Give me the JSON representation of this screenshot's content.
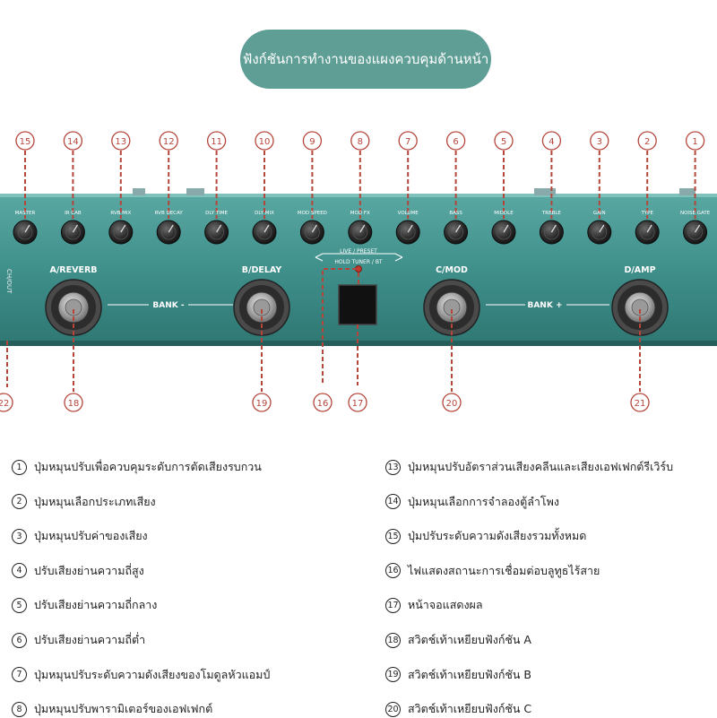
{
  "title": "ฟังก์ชันการทำงานของแผงควบคุมด้านหน้า",
  "colors": {
    "accent": "#5f9e95",
    "panel": "#3f8f8b",
    "marker": "#b5453b"
  },
  "knobs": [
    {
      "num": "15",
      "label": "MASTER"
    },
    {
      "num": "14",
      "label": "IR CAB"
    },
    {
      "num": "13",
      "label": "RVB MIX"
    },
    {
      "num": "12",
      "label": "RVB DECAY"
    },
    {
      "num": "11",
      "label": "DLY TIME"
    },
    {
      "num": "10",
      "label": "DLY MIX"
    },
    {
      "num": "9",
      "label": "MOD SPEED"
    },
    {
      "num": "8",
      "label": "MOD FX"
    },
    {
      "num": "7",
      "label": "VOLUME"
    },
    {
      "num": "6",
      "label": "BASS"
    },
    {
      "num": "5",
      "label": "MIDDLE"
    },
    {
      "num": "4",
      "label": "TREBLE"
    },
    {
      "num": "3",
      "label": "GAIN"
    },
    {
      "num": "2",
      "label": "TYPE"
    },
    {
      "num": "1",
      "label": "NOISE GATE"
    }
  ],
  "panel": {
    "live_preset": "LIVE / PRESET",
    "hold_tuner": "HOLD TUNER / BT",
    "bank_minus": "BANK -",
    "bank_plus": "BANK +",
    "side_text": "CH/OUT",
    "footswitches": [
      {
        "label": "A/REVERB",
        "num": "18"
      },
      {
        "label": "B/DELAY",
        "num": "19"
      },
      {
        "label": "C/MOD",
        "num": "20"
      },
      {
        "label": "D/AMP",
        "num": "21"
      }
    ],
    "led_num": "16",
    "display_num": "17",
    "side_num": "22"
  },
  "legend_left": [
    {
      "num": "1",
      "text": "ปุ่มหมุนปรับเพื่อควบคุมระดับการตัดเสียงรบกวน"
    },
    {
      "num": "2",
      "text": "ปุ่มหมุนเลือกประเภทเสียง"
    },
    {
      "num": "3",
      "text": "ปุ่มหมุนปรับค่าของเสียง"
    },
    {
      "num": "4",
      "text": "ปรับเสียงย่านความถี่สูง"
    },
    {
      "num": "5",
      "text": "ปรับเสียงย่านความถี่กลาง"
    },
    {
      "num": "6",
      "text": "ปรับเสียงย่านความถี่ต่ำ"
    },
    {
      "num": "7",
      "text": "ปุ่มหมุนปรับระดับความดังเสียงของโมดูลหัวแอมป์"
    },
    {
      "num": "8",
      "text": "ปุ่มหมุนปรับพารามิเตอร์ของเอฟเฟกต์"
    }
  ],
  "legend_right": [
    {
      "num": "13",
      "text": "ปุ่มหมุนปรับอัตราส่วนเสียงคลีนและเสียงเอฟเฟกต์รีเวิร์บ"
    },
    {
      "num": "14",
      "text": "ปุ่มหมุนเลือกการจำลองตู้ลำโพง"
    },
    {
      "num": "15",
      "text": "ปุ่มปรับระดับความดังเสียงรวมทั้งหมด"
    },
    {
      "num": "16",
      "text": "ไฟแสดงสถานะการเชื่อมต่อบลูทูธไร้สาย"
    },
    {
      "num": "17",
      "text": "หน้าจอแสดงผล"
    },
    {
      "num": "18",
      "text": "สวิตช์เท้าเหยียบฟังก์ชัน A"
    },
    {
      "num": "19",
      "text": "สวิตช์เท้าเหยียบฟังก์ชัน B"
    },
    {
      "num": "20",
      "text": "สวิตช์เท้าเหยียบฟังก์ชัน C"
    }
  ]
}
